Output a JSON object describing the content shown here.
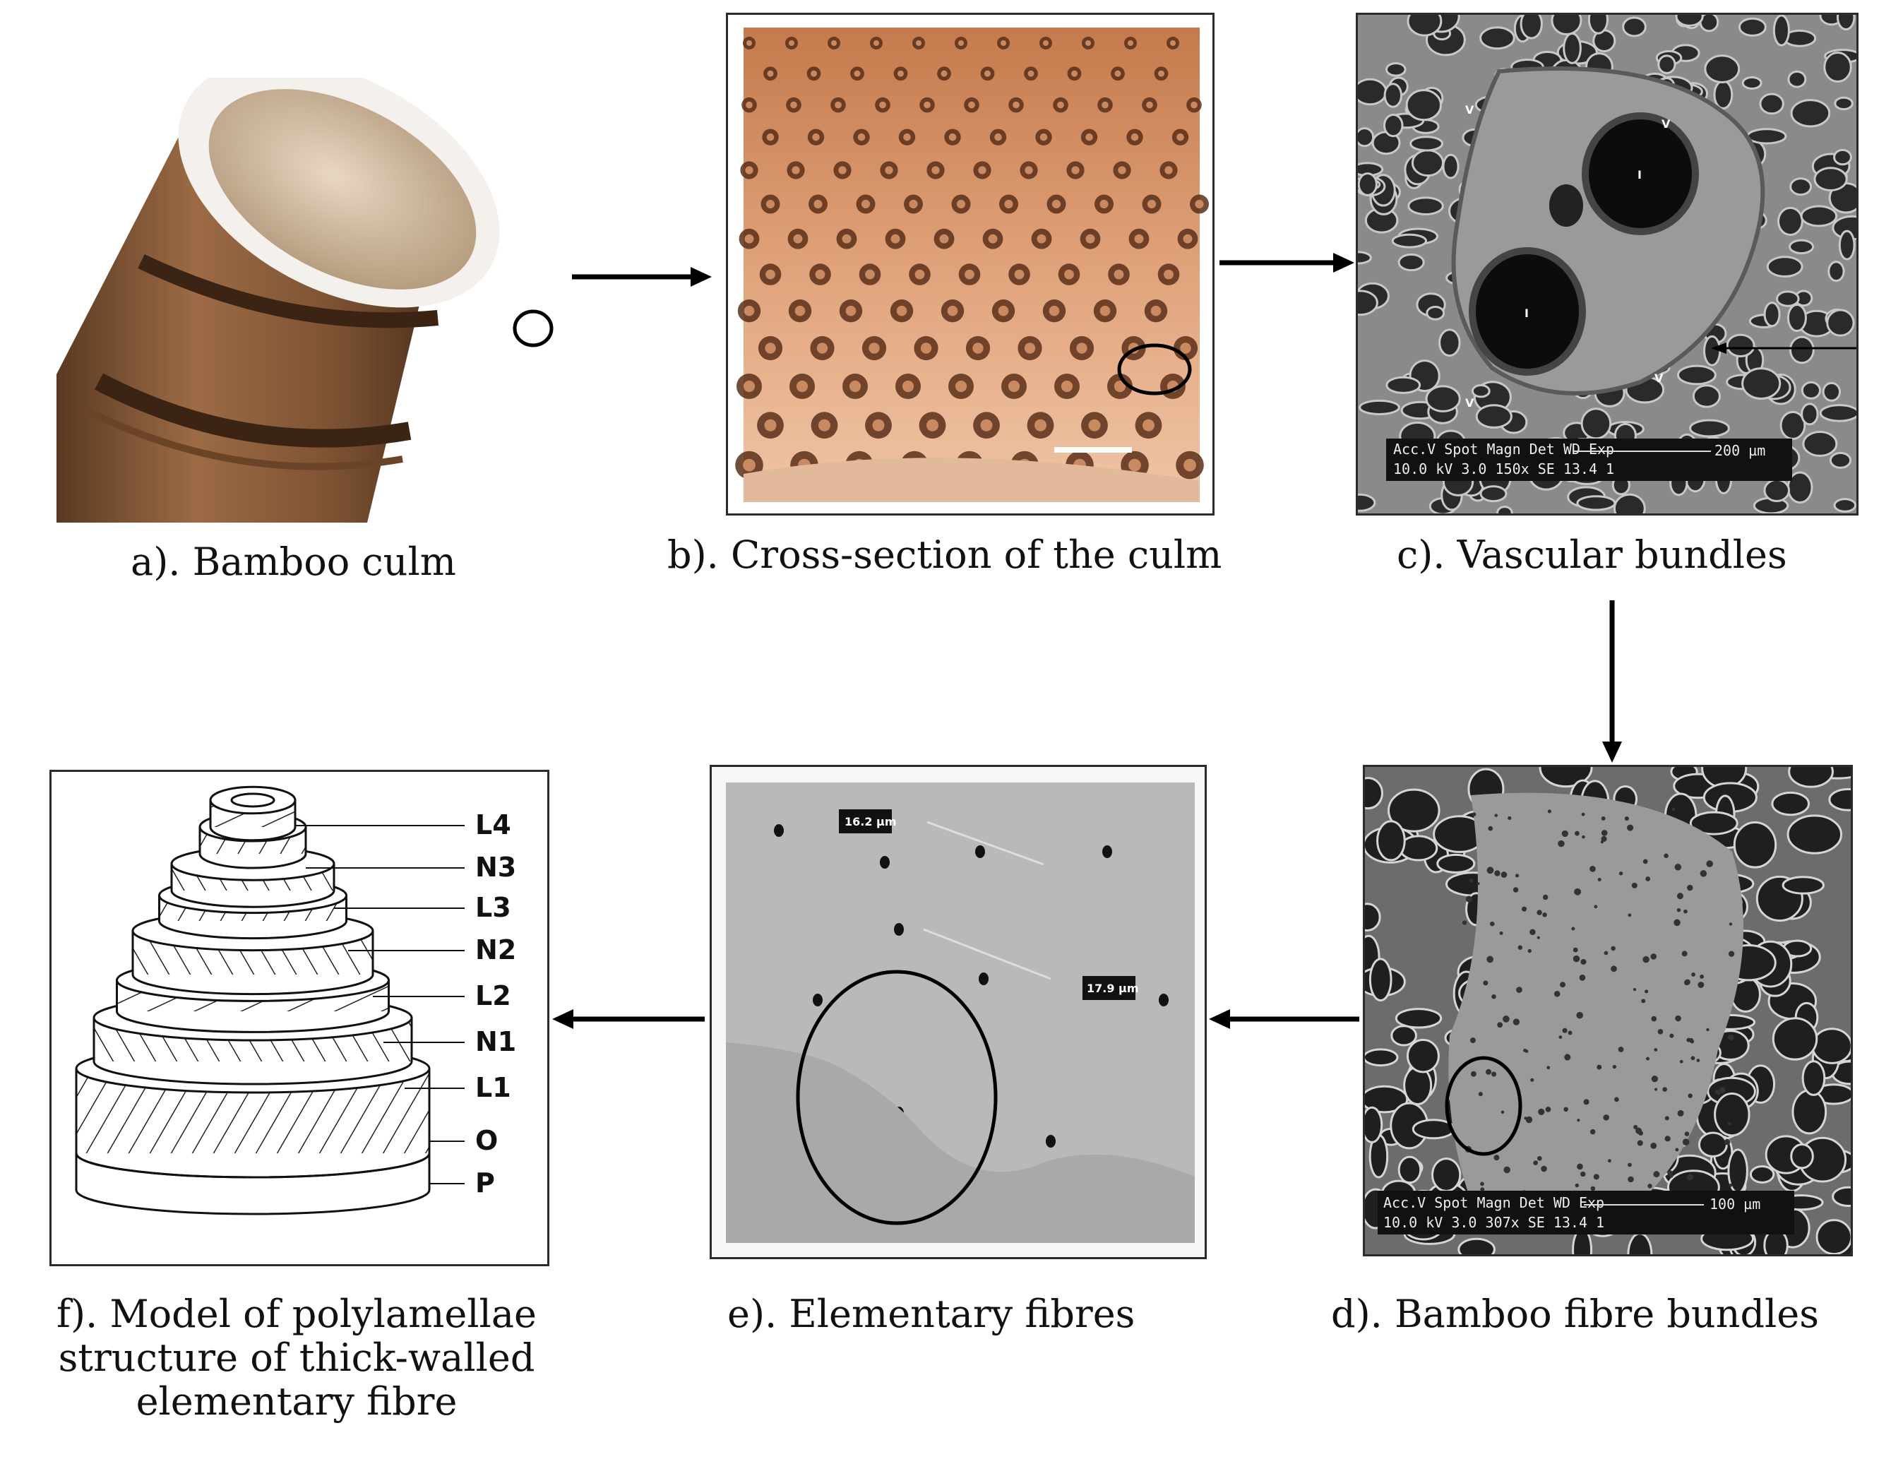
{
  "panels": {
    "a": {
      "caption": "a). Bamboo culm"
    },
    "b": {
      "caption": "b). Cross-section of the culm"
    },
    "c": {
      "caption": "c). Vascular bundles",
      "sem_labels": [
        "V",
        "V",
        "V",
        "V",
        "I",
        "I"
      ],
      "databar": "Acc.V  Spot Magn   Det  WD  Exp",
      "databar2": "10.0 kV 3.0  150x    SE  13.4  1",
      "scale": "200 µm"
    },
    "d": {
      "caption": "d). Bamboo fibre bundles",
      "databar": "Acc.V  Spot Magn   Det  WD  Exp",
      "databar2": "10.0 kV 3.0  307x    SE  13.4  1",
      "scale": "100 µm"
    },
    "e": {
      "caption": "e). Elementary fibres",
      "measure1": "16.2 µm",
      "measure2": "17.9 µm"
    },
    "f": {
      "caption_lines": [
        "f). Model of polylamellae",
        "structure of thick-walled",
        "elementary fibre"
      ],
      "layers": [
        "L4",
        "N3",
        "L3",
        "N2",
        "L2",
        "N1",
        "L1",
        "O",
        "P"
      ]
    }
  }
}
